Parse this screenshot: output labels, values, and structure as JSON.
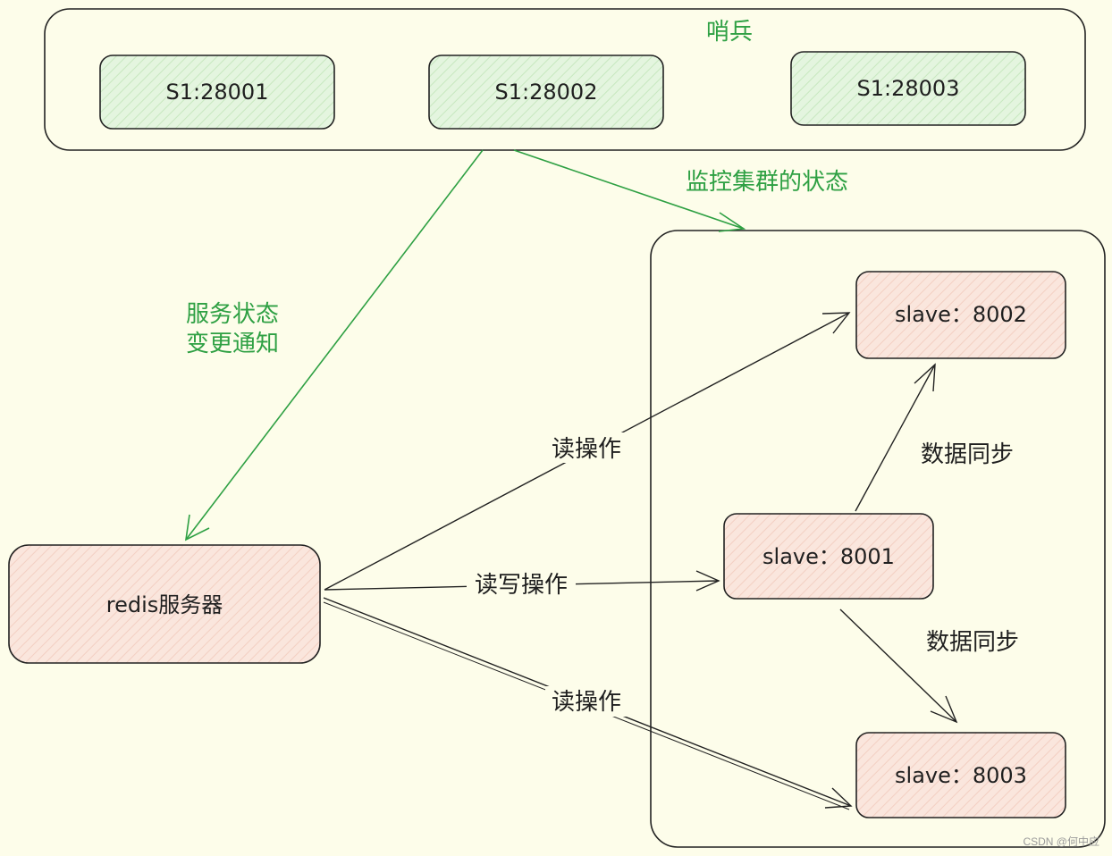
{
  "sentinel": {
    "title": "哨兵",
    "nodes": [
      "S1:28001",
      "S1:28002",
      "S1:28003"
    ]
  },
  "labels": {
    "monitor": "监控集群的状态",
    "notify_line1": "服务状态",
    "notify_line2": "变更通知",
    "read_top": "读操作",
    "read_write": "读写操作",
    "read_bottom": "读操作",
    "sync_top": "数据同步",
    "sync_bottom": "数据同步"
  },
  "server": {
    "label": "redis服务器"
  },
  "cluster": {
    "slave_top": "slave：8002",
    "slave_mid": "slave：8001",
    "slave_bottom": "slave：8003"
  },
  "watermark": "CSDN @何中应",
  "colors": {
    "background": "#fdfdea",
    "green_accent": "#2ea043",
    "sentinel_fill": "#dff3d9",
    "server_fill": "#f8e1d9"
  }
}
